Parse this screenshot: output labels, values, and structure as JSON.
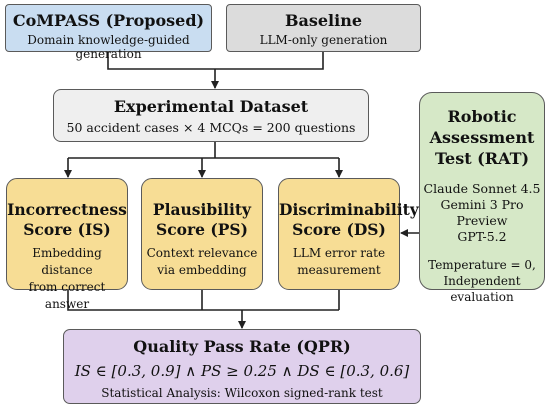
{
  "compass": {
    "title": "CoMPASS (Proposed)",
    "subtitle": "Domain knowledge-guided generation"
  },
  "baseline": {
    "title": "Baseline",
    "subtitle": "LLM-only generation"
  },
  "dataset": {
    "title": "Experimental Dataset",
    "subtitle": "50 accident cases × 4 MCQs = 200 questions"
  },
  "incorrectness": {
    "title_line1": "Incorrectness",
    "title_line2": "Score (IS)",
    "desc_line1": "Embedding distance",
    "desc_line2": "from correct answer"
  },
  "plausibility": {
    "title_line1": "Plausibility",
    "title_line2": "Score (PS)",
    "desc_line1": "Context relevance",
    "desc_line2": "via embedding"
  },
  "discriminability": {
    "title_line1": "Discriminability",
    "title_line2": "Score (DS)",
    "desc_line1": "LLM error rate",
    "desc_line2": "measurement"
  },
  "rat": {
    "title_line1": "Robotic",
    "title_line2": "Assessment",
    "title_line3": "Test (RAT)",
    "models": [
      "Claude Sonnet 4.5",
      "Gemini 3 Pro",
      "Preview",
      "GPT-5.2"
    ],
    "config_line1": "Temperature = 0,",
    "config_line2": "Independent evaluation"
  },
  "qpr": {
    "title": "Quality Pass Rate (QPR)",
    "formula": "IS ∈ [0.3, 0.9] ∧ PS ≥ 0.25 ∧ DS ∈ [0.3, 0.6]",
    "stats": "Statistical Analysis: Wilcoxon signed-rank test"
  },
  "colors": {
    "compass": "#c9ddf1",
    "baseline": "#dcdcdc",
    "dataset": "#efefef",
    "scores": "#f7dd95",
    "rat": "#d6e8c7",
    "qpr": "#dfd0ec"
  }
}
